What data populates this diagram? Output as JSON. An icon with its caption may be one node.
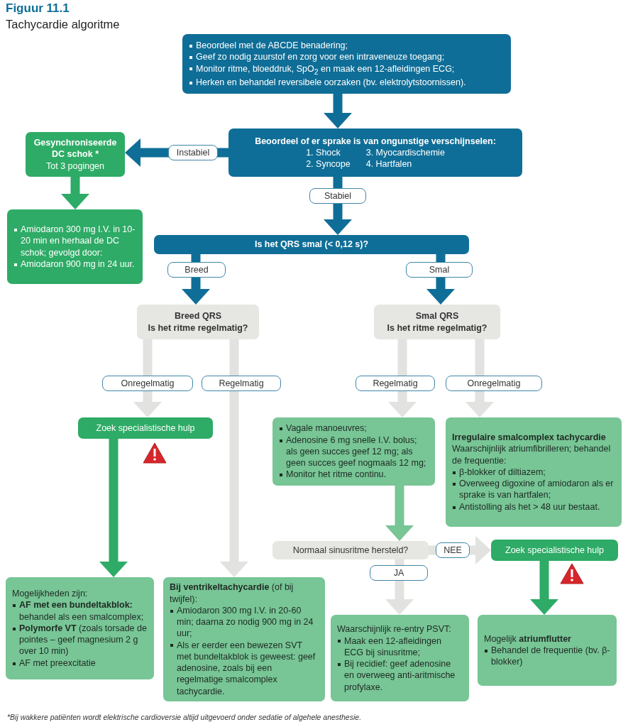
{
  "diagram": {
    "title": "Tachycardie algoritme",
    "caption": "*Bij wakkere patiënten wordt elektrische cardioversie altijd uitgevoerd onder sedatie of algehele anesthesie.",
    "labels": [
      "Figuur 11.1"
    ],
    "nodes": [
      {
        "text": [
          "Beoordeel met de ABCDE benadering;",
          "Geef zo nodig zuurstof en zorg voor een intraveneuze toegang;",
          "Monitor ritme, bloeddruk, SpO$_{2}$ en maak een 12-afleidingen ECG;",
          "Herken en behandel reversibele oorzaken (bv. elektrolytstoornissen)."
        ]
      },
      {
        "text": [
          "Beoordeel of er sprake is van ongunstige verschijnselen:",
          "1. Shock",
          "3. Myocardischemie",
          "2. Syncope",
          "4. Hartfalen"
        ]
      },
      {
        "text": [
          "Gesynchroniseerde DC schok *",
          "Tot 3 pogingen"
        ]
      },
      {
        "text": [
          "Amiodaron 300 mg I.V. in 10-20 min en herhaal de DC schok; gevolgd door:",
          "Amiodaron 900 mg in 24 uur."
        ]
      },
      {
        "text": [
          "Is het QRS smal (< 0,12 s)?"
        ]
      },
      {
        "text": [
          "Breed QRS",
          "Is het ritme regelmatig?"
        ]
      },
      {
        "text": [
          "Smal QRS",
          "Is het ritme regelmatig?"
        ]
      },
      {
        "text": [
          "Zoek specialistische hulp"
        ]
      },
      {
        "text": [
          "Vagale manoeuvres;",
          "Adenosine 6 mg snelle I.V. bolus; als geen succes geef 12 mg; als geen succes geef nogmaals 12 mg;",
          "Monitor het ritme continu."
        ]
      },
      {
        "text": [
          "Irregulaire smalcomplex tachycardie",
          "Waarschijnlijk atriumfibrilleren; behandel de frequentie:",
          "β-blokker of diltiazem;",
          "Overweeg digoxine of amiodaron als er sprake is van hartfalen;",
          "Antistolling als het > 48 uur bestaat."
        ]
      },
      {
        "text": [
          "Normaal sinusritme hersteld?"
        ]
      },
      {
        "text": [
          "Zoek specialistische hulp"
        ]
      },
      {
        "text": [
          "Mogelijkheden zijn:",
          "**AF met een bundeltakblok:** behandel als een smalcomplex;",
          "**Polymorfe VT** (zoals torsade de pointes – geef magnesium 2 g over 10 min)",
          "AF met preexcitatie"
        ]
      },
      {
        "text": [
          "**Bij ventrikeltachycardie** (of bij twijfel):",
          "Amiodaron 300 mg I.V. in 20-60 min; daarna zo nodig 900 mg in 24 uur;",
          "Als er eerder een bewezen SVT met bundeltakblok is geweest: geef adenosine, zoals bij een regelmatige smalcomplex tachycardie."
        ]
      },
      {
        "text": [
          "Waarschijnlijk re-entry PSVT:",
          "Maak een 12-afleidingen ECG bij sinusritme;",
          "Bij recidief: geef adenosine en overweeg anti-aritmische profylaxe."
        ]
      },
      {
        "text": [
          "Mogelijk **atriumflutter**",
          "Behandel de frequentie (bv. β-blokker)"
        ]
      }
    ],
    "edges": [
      {
        "from": 0,
        "to": 1,
        "arrow": "to",
        "color": "#0f6e97"
      },
      {
        "from": 1,
        "to": 2,
        "arrow": "to",
        "label": "Instabiel",
        "color": "#0f6e97"
      },
      {
        "from": 1,
        "to": 4,
        "arrow": "to",
        "label": "Stabiel",
        "color": "#0f6e97"
      },
      {
        "from": 2,
        "to": 3,
        "arrow": "to",
        "color": "#2eab66"
      },
      {
        "from": 4,
        "to": 5,
        "arrow": "to",
        "label": "Breed",
        "color": "#0f6e97"
      },
      {
        "from": 4,
        "to": 6,
        "arrow": "to",
        "label": "Smal",
        "color": "#0f6e97"
      },
      {
        "from": 5,
        "to": 7,
        "arrow": "to",
        "label": "Onregelmatig",
        "color": "#e2e2e0"
      },
      {
        "from": 5,
        "to": 13,
        "arrow": "to",
        "label": "Regelmatig",
        "color": "#e2e2e0"
      },
      {
        "from": 6,
        "to": 8,
        "arrow": "to",
        "label": "Regelmatig",
        "color": "#e2e2e0"
      },
      {
        "from": 6,
        "to": 9,
        "arrow": "to",
        "label": "Onregelmatig",
        "color": "#e2e2e0"
      },
      {
        "from": 7,
        "to": 12,
        "arrow": "to",
        "color": "#2eab66"
      },
      {
        "from": 8,
        "to": 10,
        "arrow": "to",
        "color": "#78c596"
      },
      {
        "from": 10,
        "to": 11,
        "arrow": "to",
        "label": "NEE",
        "color": "#e2e2e0"
      },
      {
        "from": 10,
        "to": 14,
        "arrow": "to",
        "label": "JA",
        "color": "#e2e2e0"
      },
      {
        "from": 11,
        "to": 15,
        "arrow": "to",
        "color": "#2eab66"
      }
    ]
  }
}
